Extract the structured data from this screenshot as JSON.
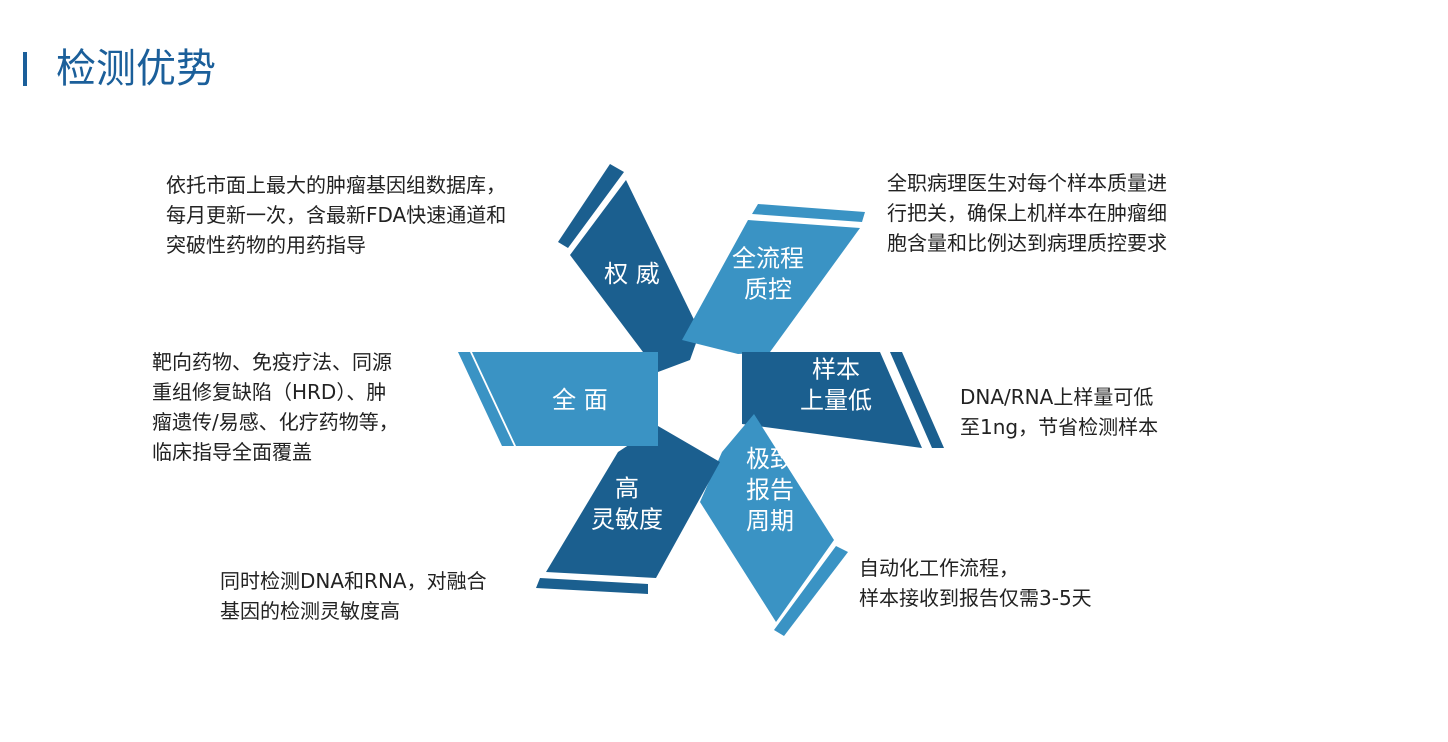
{
  "page": {
    "title": "检测优势"
  },
  "colors": {
    "dark": "#1b5f8f",
    "light": "#3a93c4",
    "title": "#1b5f9a"
  },
  "segments": {
    "authority": {
      "label": [
        "权 威"
      ],
      "tone": "dark",
      "description": "依托市面上最大的肿瘤基因组数据库，\n每月更新一次，含最新FDA快速通道和\n突破性药物的用药指导"
    },
    "qc": {
      "label": [
        "全流程",
        "质控"
      ],
      "tone": "light",
      "description": "全职病理医生对每个样本质量进\n行把关，确保上机样本在肿瘤细\n胞含量和比例达到病理质控要求"
    },
    "lowinput": {
      "label": [
        "样本",
        "上量低"
      ],
      "tone": "dark",
      "description": "DNA/RNA上样量可低\n至1ng，节省检测样本"
    },
    "turnaround": {
      "label": [
        "极致",
        "报告",
        "周期"
      ],
      "tone": "light",
      "description": "自动化工作流程，\n样本接收到报告仅需3-5天"
    },
    "sensitivity": {
      "label": [
        "高",
        "灵敏度"
      ],
      "tone": "dark",
      "description": "同时检测DNA和RNA，对融合\n基因的检测灵敏度高"
    },
    "comprehensive": {
      "label": [
        "全 面"
      ],
      "tone": "light",
      "description": "靶向药物、免疫疗法、同源\n重组修复缺陷（HRD）、肿\n瘤遗传/易感、化疗药物等，\n临床指导全面覆盖"
    }
  }
}
